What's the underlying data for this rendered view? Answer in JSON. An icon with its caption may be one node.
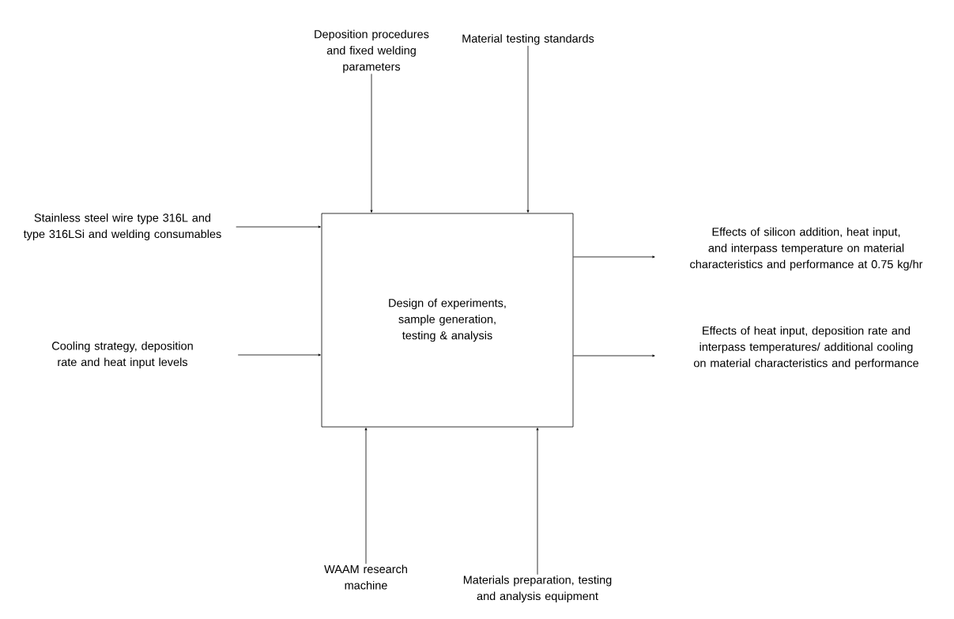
{
  "diagram": {
    "nodes": [
      {
        "text": [
          "Design of experiments, sample generation, testing & analysis"
        ]
      },
      {
        "text": [
          "Deposition procedures and fixed welding parameters"
        ]
      },
      {
        "text": [
          "Material testing standards"
        ]
      },
      {
        "text": [
          "Stainless steel wire type 316L and type 316LSi and welding consumables"
        ]
      },
      {
        "text": [
          "Cooling strategy, deposition rate and heat input levels"
        ]
      },
      {
        "text": [
          "Effects of silicon addition, heat input, and interpass temperature on material characteristics and performance at 0.75 kg/hr"
        ]
      },
      {
        "text": [
          "Effects of heat input, deposition rate and interpass temperatures/ additional cooling on material characteristics and performance"
        ]
      },
      {
        "text": [
          "WAAM research machine"
        ]
      },
      {
        "text": [
          "Materials preparation, testing and analysis equipment"
        ]
      }
    ],
    "edges": [
      {
        "from": 1,
        "to": 0,
        "arrow": "to"
      },
      {
        "from": 2,
        "to": 0,
        "arrow": "to"
      },
      {
        "from": 3,
        "to": 0,
        "arrow": "to"
      },
      {
        "from": 4,
        "to": 0,
        "arrow": "to"
      },
      {
        "from": 0,
        "to": 5,
        "arrow": "to"
      },
      {
        "from": 0,
        "to": 6,
        "arrow": "to"
      },
      {
        "from": 7,
        "to": 0,
        "arrow": "to"
      },
      {
        "from": 8,
        "to": 0,
        "arrow": "to"
      }
    ]
  }
}
